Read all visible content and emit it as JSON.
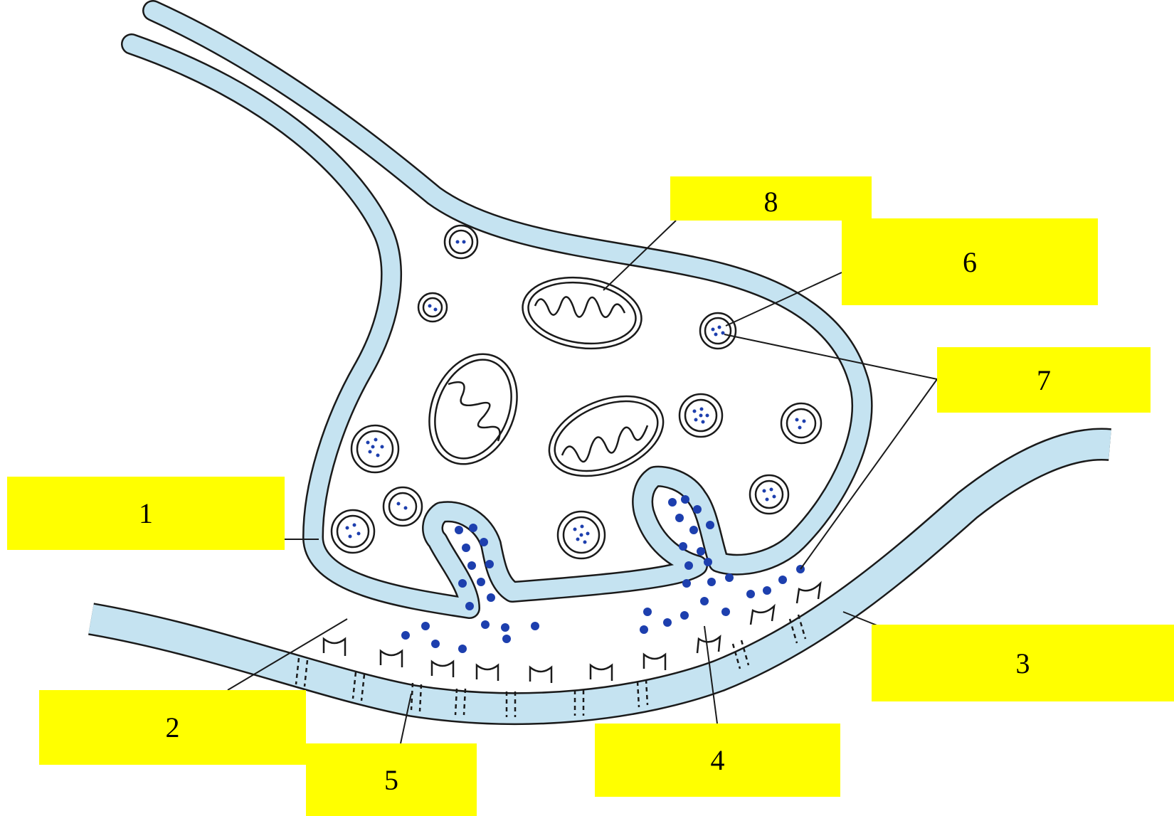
{
  "colors": {
    "membrane": "#c5e3f1",
    "outline": "#1a1a1a",
    "vesicle_dot": "#1d3fae",
    "label_box": "#ffff00"
  },
  "labels": {
    "l1": "1",
    "l2": "2",
    "l3": "3",
    "l4": "4",
    "l5": "5",
    "l6": "6",
    "l7": "7",
    "l8": "8"
  }
}
